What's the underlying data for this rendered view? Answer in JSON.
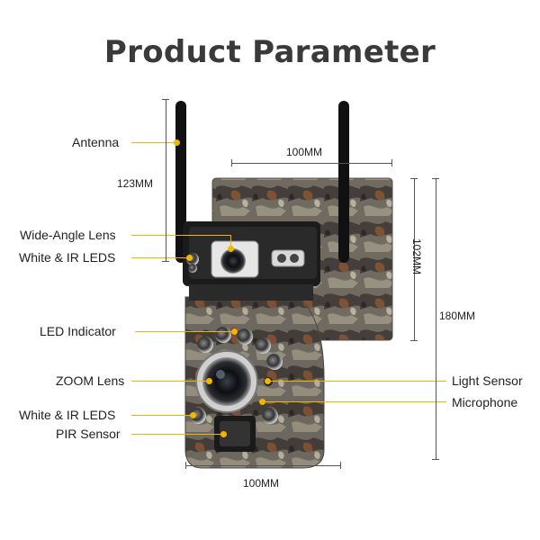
{
  "title": "Product Parameter",
  "labels": {
    "antenna": "Antenna",
    "wide_angle_lens": "Wide-Angle Lens",
    "white_ir_leds_top": "White & IR LEDS",
    "led_indicator": "LED Indicator",
    "zoom_lens": "ZOOM Lens",
    "white_ir_leds_bottom": "White & IR LEDS",
    "pir_sensor": "PIR Sensor",
    "light_sensor": "Light Sensor",
    "microphone": "Microphone"
  },
  "dimensions": {
    "antenna_height": "123MM",
    "solar_width": "100MM",
    "solar_height": "102MM",
    "total_height": "180MM",
    "body_width": "100MM"
  },
  "colors": {
    "accent": "#f2b600",
    "camo_dark": "#3d3a36",
    "camo_mid": "#6e6a62",
    "camo_light": "#a8a294"
  }
}
